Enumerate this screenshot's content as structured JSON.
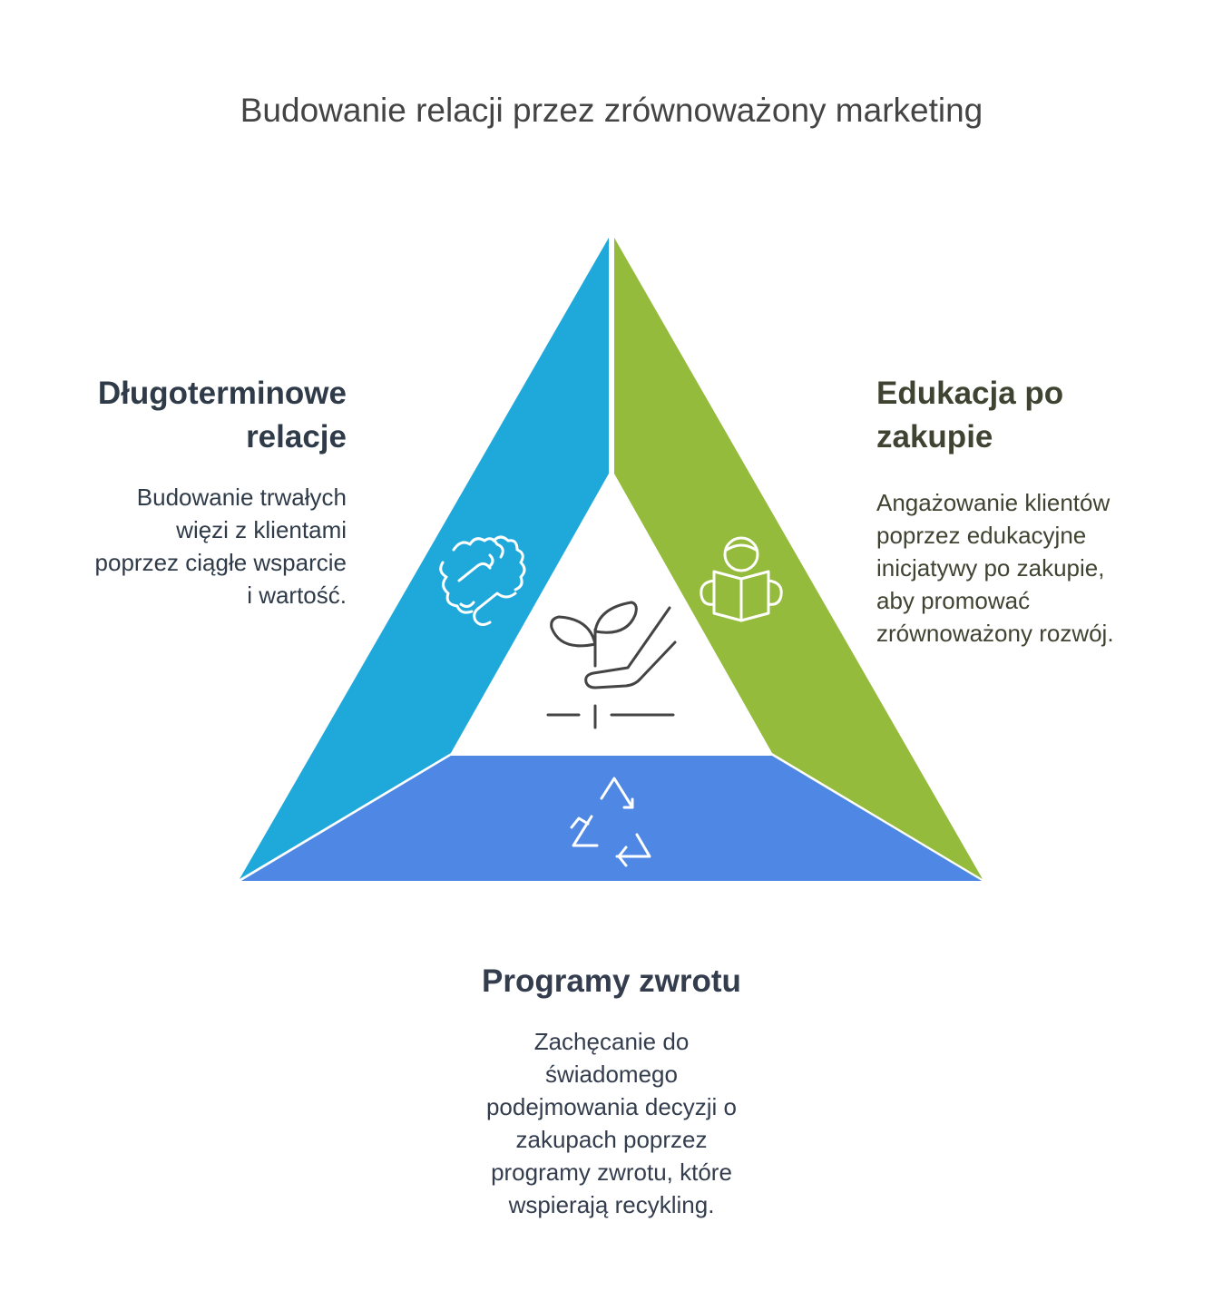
{
  "title": "Budowanie relacji przez zrównoważony marketing",
  "colors": {
    "left_segment": "#1ea9da",
    "right_segment": "#94bb3c",
    "bottom_segment": "#4f88e4",
    "center_icon": "#444444",
    "segment_icon": "#ffffff"
  },
  "segments": {
    "left": {
      "icon": "handshake-icon",
      "heading_lines": [
        "Długoterminowe",
        "relacje"
      ],
      "body_lines": [
        "Budowanie trwałych",
        "więzi z klientami",
        "poprzez ciągłe wsparcie",
        "i wartość."
      ]
    },
    "right": {
      "icon": "reading-person-icon",
      "heading_lines": [
        "Edukacja po",
        "zakupie"
      ],
      "body_lines": [
        "Angażowanie klientów",
        "poprzez edukacyjne",
        "inicjatywy po zakupie,",
        "aby promować",
        "zrównoważony rozwój."
      ]
    },
    "bottom": {
      "icon": "recycle-icon",
      "heading_lines": [
        "Programy zwrotu"
      ],
      "body_lines": [
        "Zachęcanie do",
        "świadomego",
        "podejmowania decyzji o",
        "zakupach poprzez",
        "programy zwrotu, które",
        "wspierają recykling."
      ]
    }
  },
  "center": {
    "icon": "plant-in-hand-icon"
  }
}
